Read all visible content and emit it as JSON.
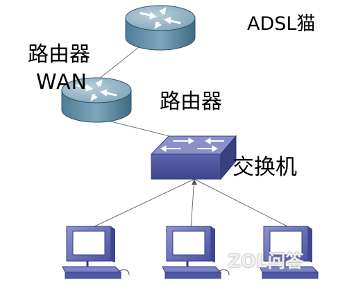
{
  "labels": {
    "adsl_modem": "ADSL猫",
    "router_left": "路由器",
    "wan": "WAN",
    "router_right": "路由器",
    "switch": "交换机"
  },
  "watermark": "ZOL问答",
  "colors": {
    "router_top": "#8fb2c4",
    "router_side": "#5b8aa3",
    "switch_top": "#8a90c8",
    "switch_side": "#4f5aa0",
    "monitor_frame": "#6a72c0",
    "screen": "#ffffff",
    "link": "#777777"
  },
  "icons": [
    "router-icon",
    "switch-icon",
    "computer-icon"
  ]
}
